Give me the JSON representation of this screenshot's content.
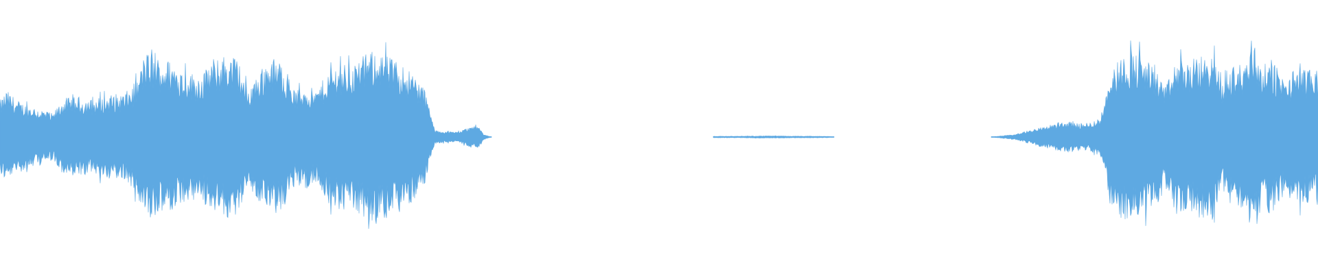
{
  "waveform": {
    "color": "#5ea9e2",
    "background": "#ffffff",
    "segments": [
      {
        "name": "clip-a",
        "start": 0.0,
        "end": 0.373,
        "envelope": [
          [
            0.0,
            0.28
          ],
          [
            0.005,
            0.36
          ],
          [
            0.015,
            0.27
          ],
          [
            0.03,
            0.22
          ],
          [
            0.04,
            0.18
          ],
          [
            0.048,
            0.3
          ],
          [
            0.06,
            0.31
          ],
          [
            0.07,
            0.29
          ],
          [
            0.085,
            0.33
          ],
          [
            0.095,
            0.34
          ],
          [
            0.105,
            0.45
          ],
          [
            0.11,
            0.66
          ],
          [
            0.118,
            0.62
          ],
          [
            0.13,
            0.59
          ],
          [
            0.14,
            0.52
          ],
          [
            0.15,
            0.48
          ],
          [
            0.16,
            0.55
          ],
          [
            0.17,
            0.64
          ],
          [
            0.18,
            0.62
          ],
          [
            0.188,
            0.36
          ],
          [
            0.195,
            0.48
          ],
          [
            0.205,
            0.62
          ],
          [
            0.215,
            0.57
          ],
          [
            0.225,
            0.34
          ],
          [
            0.232,
            0.4
          ],
          [
            0.24,
            0.36
          ],
          [
            0.25,
            0.52
          ],
          [
            0.258,
            0.58
          ],
          [
            0.265,
            0.55
          ],
          [
            0.275,
            0.62
          ],
          [
            0.285,
            0.68
          ],
          [
            0.295,
            0.62
          ],
          [
            0.305,
            0.57
          ],
          [
            0.315,
            0.48
          ],
          [
            0.322,
            0.38
          ],
          [
            0.326,
            0.22
          ],
          [
            0.33,
            0.05
          ],
          [
            0.345,
            0.04
          ],
          [
            0.355,
            0.07
          ],
          [
            0.362,
            0.1
          ],
          [
            0.367,
            0.02
          ],
          [
            0.373,
            0.0
          ]
        ]
      },
      {
        "name": "clip-b",
        "start": 0.541,
        "end": 0.633,
        "envelope": [
          [
            0.541,
            0.006
          ],
          [
            0.56,
            0.006
          ],
          [
            0.58,
            0.009
          ],
          [
            0.6,
            0.007
          ],
          [
            0.62,
            0.006
          ],
          [
            0.633,
            0.004
          ]
        ]
      },
      {
        "name": "clip-c",
        "start": 0.752,
        "end": 1.0,
        "envelope": [
          [
            0.752,
            0.0
          ],
          [
            0.77,
            0.02
          ],
          [
            0.78,
            0.05
          ],
          [
            0.795,
            0.09
          ],
          [
            0.81,
            0.12
          ],
          [
            0.825,
            0.1
          ],
          [
            0.835,
            0.15
          ],
          [
            0.842,
            0.5
          ],
          [
            0.85,
            0.62
          ],
          [
            0.86,
            0.66
          ],
          [
            0.87,
            0.6
          ],
          [
            0.878,
            0.5
          ],
          [
            0.885,
            0.4
          ],
          [
            0.893,
            0.6
          ],
          [
            0.9,
            0.58
          ],
          [
            0.91,
            0.62
          ],
          [
            0.92,
            0.64
          ],
          [
            0.928,
            0.42
          ],
          [
            0.935,
            0.55
          ],
          [
            0.945,
            0.58
          ],
          [
            0.95,
            0.78
          ],
          [
            0.958,
            0.55
          ],
          [
            0.965,
            0.6
          ],
          [
            0.975,
            0.44
          ],
          [
            0.985,
            0.56
          ],
          [
            0.993,
            0.52
          ],
          [
            1.0,
            0.5
          ]
        ]
      }
    ]
  }
}
